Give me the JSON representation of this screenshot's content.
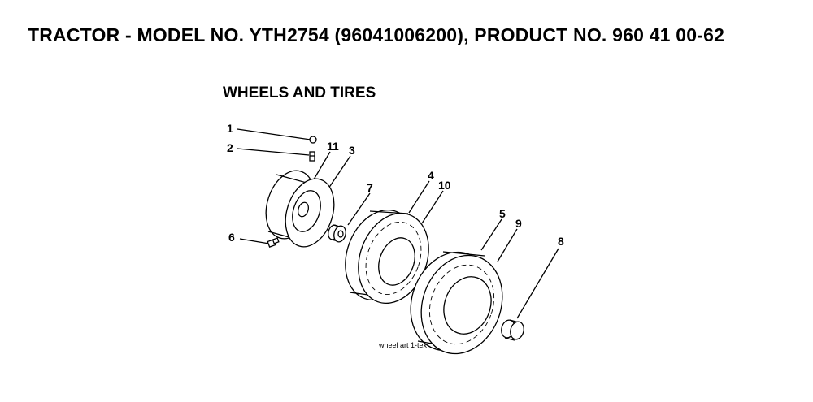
{
  "header": {
    "title": "TRACTOR - MODEL NO. YTH2754 (96041006200), PRODUCT NO. 960 41 00-62"
  },
  "section": {
    "title": "WHEELS AND TIRES"
  },
  "callouts": [
    "1",
    "2",
    "11",
    "3",
    "7",
    "4",
    "10",
    "5",
    "9",
    "8",
    "6"
  ],
  "caption": "wheel  art  1-tex"
}
